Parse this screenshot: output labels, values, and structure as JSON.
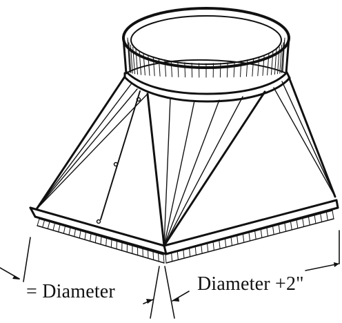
{
  "diagram": {
    "labels": {
      "left_dimension": "= Diameter",
      "right_dimension": "Diameter +2\""
    },
    "colors": {
      "line": "#111111",
      "background": "#ffffff"
    },
    "icons": {
      "transition_fitting": "square-to-round-transition-drawing"
    }
  }
}
